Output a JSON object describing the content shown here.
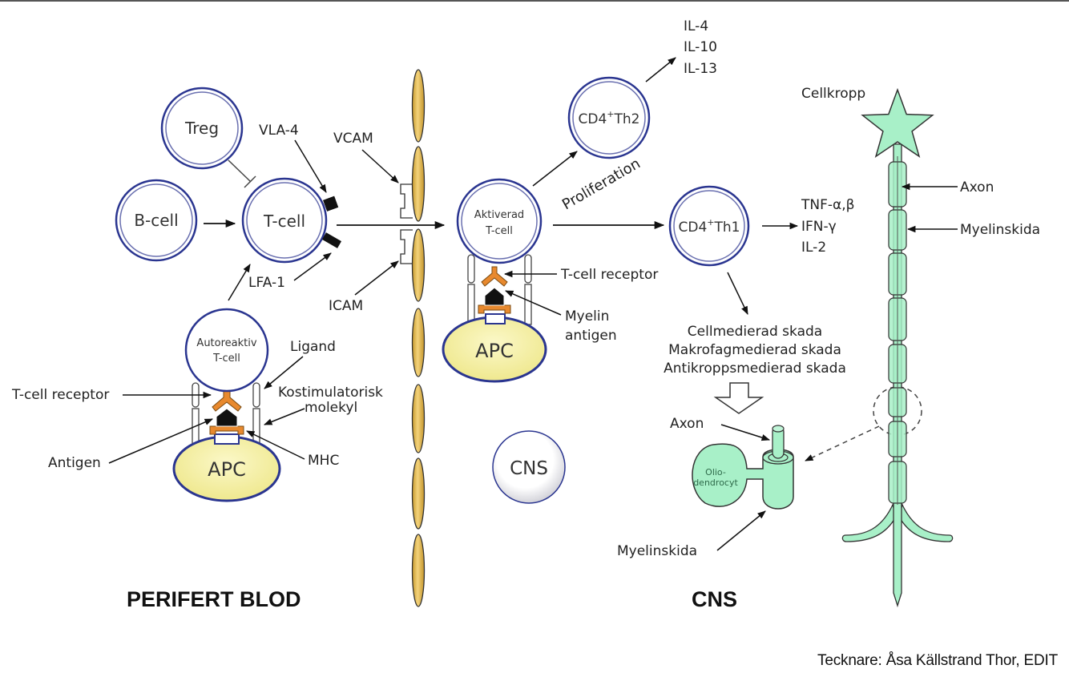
{
  "sections": {
    "left_title": "PERIFERT BLOD",
    "right_title": "CNS"
  },
  "cells": {
    "treg": "Treg",
    "bcell": "B-cell",
    "tcell": "T-cell",
    "autoreactive_line1": "Autoreaktiv",
    "autoreactive_line2": "T-cell",
    "apc_left": "APC",
    "activated_line1": "Aktiverad",
    "activated_line2": "T-cell",
    "apc_right": "APC",
    "th2_main": "CD4",
    "th2_sup": "+",
    "th2_tail": "Th2",
    "th1_main": "CD4",
    "th1_sup": "+",
    "th1_tail": "Th1",
    "cns_cell": "CNS",
    "oligo_line1": "Olio-",
    "oligo_line2": "dendrocyt"
  },
  "labels": {
    "vla4": "VLA-4",
    "lfa1": "LFA-1",
    "vcam": "VCAM",
    "icam": "ICAM",
    "ligand": "Ligand",
    "costim_line1": "Kostimulatorisk",
    "costim_line2": "molekyl",
    "tcr_left": "T-cell receptor",
    "antigen": "Antigen",
    "mhc": "MHC",
    "tcr_right": "T-cell receptor",
    "myelin_antigen_line1": "Myelin",
    "myelin_antigen_line2": "antigen",
    "proliferation": "Proliferation",
    "th2_cytokines": [
      "IL-4",
      "IL-10",
      "IL-13"
    ],
    "th1_cytokines": [
      "TNF-α,β",
      "IFN-γ",
      "IL-2"
    ],
    "damage": [
      "Cellmedierad skada",
      "Makrofagmedierad skada",
      "Antikroppsmedierad skada"
    ],
    "axon_small": "Axon",
    "myelin_small": "Myelinskida",
    "cell_body": "Cellkropp",
    "axon_neuron": "Axon",
    "myelin_neuron": "Myelinskida"
  },
  "credit": "Tecknare: Åsa Källstrand Thor, EDIT",
  "colors": {
    "cell_ring": "#2a3590",
    "apc_fill": "#f7f3a8",
    "endothelium": "#e3bb52",
    "neuron": "#a8f0c8",
    "receptor": "#e8892e"
  }
}
